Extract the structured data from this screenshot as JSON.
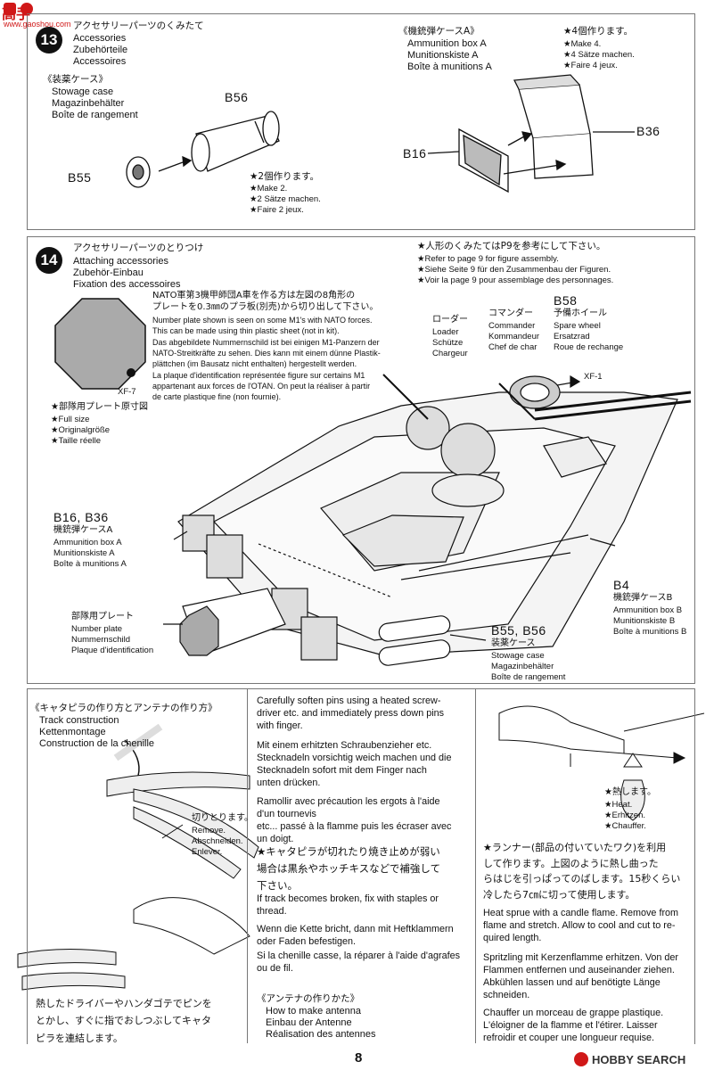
{
  "watermark_top": {
    "cn": "高手",
    "url": "www.gaoshou.com"
  },
  "step13": {
    "number": "13",
    "title_jp": "アクセサリーパーツのくみたて",
    "title_en": "Accessories",
    "title_de": "Zubehörteile",
    "title_fr": "Accessoires",
    "stowage": {
      "jp": "《装薬ケース》",
      "en": "Stowage case",
      "de": "Magazinbehälter",
      "fr": "Boîte de rangement"
    },
    "part_b56": "B56",
    "part_b55": "B55",
    "make2": {
      "jp": "★2個作ります。",
      "en": "★Make 2.",
      "de": "★2 Sätze machen.",
      "fr": "★Faire 2 jeux."
    },
    "ammo": {
      "jp": "《機銃弾ケースA》",
      "en": "Ammunition box A",
      "de": "Munitionskiste A",
      "fr": "Boîte à munitions A"
    },
    "make4": {
      "jp": "★4個作ります。",
      "en": "★Make 4.",
      "de": "★4 Sätze machen.",
      "fr": "★Faire 4 jeux."
    },
    "part_b36": "B36",
    "part_b16": "B16"
  },
  "step14": {
    "number": "14",
    "title_jp": "アクセサリーパーツのとりつけ",
    "title_en": "Attaching accessories",
    "title_de": "Zubehör-Einbau",
    "title_fr": "Fixation des accessoires",
    "figure_note": {
      "jp": "★人形のくみたてはP9を参考にして下さい。",
      "en": "★Refer to page 9 for figure assembly.",
      "de": "★Siehe Seite 9 für den Zusammenbau der Figuren.",
      "fr": "★Voir la page 9 pour assemblage des personnages."
    },
    "nato_lines": [
      "NATO軍第3機甲師団A車を作る方は左図の8角形の",
      "プレートを0.3㎜のプラ板(別売)から切り出して下さい。",
      "Number plate shown is seen on some M1's with NATO forces.",
      "This can be made using thin plastic sheet (not in kit).",
      "Das abgebildete Nummernschild ist bei einigen M1-Panzern der",
      "NATO-Streitkräfte zu sehen. Dies kann mit einem dünne Plastik-",
      "plättchen (im Bausatz nicht enthalten) hergestellt werden.",
      "La plaque d'identification représentée figure sur certains M1",
      "appartenant aux forces de l'OTAN. On peut la réaliser à partir",
      "de carte plastique fine (non fournie)."
    ],
    "xf7": "XF-7",
    "xf1": "XF-1",
    "fullsize": {
      "jp": "★部隊用プレート原寸図",
      "en": "★Full size",
      "de": "★Originalgröße",
      "fr": "★Taille réelle"
    },
    "loader": {
      "jp": "ローダー",
      "en": "Loader",
      "de": "Schütze",
      "fr": "Chargeur"
    },
    "commander": {
      "jp": "コマンダー",
      "en": "Commander",
      "de": "Kommandeur",
      "fr": "Chef de char"
    },
    "spare": {
      "part": "B58",
      "jp": "予備ホイール",
      "en": "Spare wheel",
      "de": "Ersatzrad",
      "fr": "Roue de rechange"
    },
    "b16b36": {
      "part": "B16, B36",
      "jp": "機銃弾ケースA",
      "en": "Ammunition box A",
      "de": "Munitionskiste A",
      "fr": "Boîte à munitions A"
    },
    "plate": {
      "jp": "部隊用プレート",
      "en": "Number plate",
      "de": "Nummernschild",
      "fr": "Plaque d'identification"
    },
    "b4": {
      "part": "B4",
      "jp": "機銃弾ケースB",
      "en": "Ammunition box B",
      "de": "Munitionskiste B",
      "fr": "Boîte à munitions B"
    },
    "b55b56": {
      "part": "B55, B56",
      "jp": "装薬ケース",
      "en": "Stowage case",
      "de": "Magazinbehälter",
      "fr": "Boîte de rangement"
    }
  },
  "track": {
    "title_jp": "《キャタピラの作り方とアンテナの作り方》",
    "title_en": "Track construction",
    "title_de": "Kettenmontage",
    "title_fr": "Construction de la chenille",
    "remove": {
      "jp": "切りとります。",
      "en": "Remove.",
      "de": "Abschneiden.",
      "fr": "Enlever."
    },
    "caption_jp": [
      "熱したドライバーやハンダゴテでピンを",
      "とかし、すぐに指でおしつぶしてキャタ",
      "ピラを連結します。"
    ],
    "para_en": [
      "Carefully soften pins using a heated screw-",
      "driver etc. and immediately press down pins",
      "with finger."
    ],
    "para_de": [
      "Mit einem erhitzten Schraubenzieher etc.",
      "Stecknadeln vorsichtig weich machen und die",
      "Stecknadeln sofort mit dem Finger nach",
      "unten drücken."
    ],
    "para_fr": [
      "Ramollir avec précaution les ergots à l'aide",
      "d'un tournevis",
      "etc... passé à la flamme puis les écraser avec",
      "un doigt."
    ],
    "broken_jp": [
      "★キャタピラが切れたり焼き止めが弱い",
      "場合は黒糸やホッチキスなどで補強して",
      "下さい。"
    ],
    "broken_en": [
      "If track becomes broken, fix with staples or",
      "thread."
    ],
    "broken_de": [
      "Wenn die Kette bricht, dann mit Heftklammern",
      "oder Faden befestigen."
    ],
    "broken_fr": [
      "Si la chenille casse, la réparer à l'aide d'agrafes",
      "ou de fil."
    ],
    "antenna": {
      "jp": "《アンテナの作りかた》",
      "en": "How to make antenna",
      "de": "Einbau der Antenne",
      "fr": "Réalisation des antennes"
    }
  },
  "antenna_col": {
    "heat": {
      "jp": "★熱します。",
      "en": "★Heat.",
      "de": "★Erhitzen.",
      "fr": "★Chauffer."
    },
    "runner_jp": [
      "★ランナー(部品の付いていたワク)を利用",
      "して作ります。上図のように熱し曲った",
      "らはじを引っぱってのばします。15秒くらい",
      "冷したら7㎝に切って使用します。"
    ],
    "en": [
      "Heat sprue with a candle flame. Remove from",
      "flame and stretch. Allow to cool and cut to re-",
      "quired length."
    ],
    "de": [
      "Spritzling mit Kerzenflamme erhitzen. Von der",
      "Flammen entfernen und auseinander ziehen.",
      "Abkühlen lassen und auf benötigte Länge",
      "schneiden."
    ],
    "fr": [
      "Chauffer un morceau de grappe plastique.",
      "L'éloigner de la flamme et l'étirer. Laisser",
      "refroidir et couper une longueur requise."
    ]
  },
  "page_number": "8",
  "watermark_bottom": "HOBBY SEARCH"
}
